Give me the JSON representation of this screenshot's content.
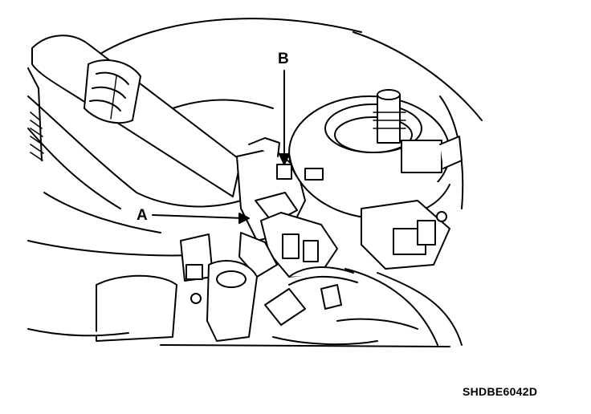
{
  "callouts": {
    "a": "A",
    "b": "B"
  },
  "figure_code": "SHDBE6042D",
  "colors": {
    "ink": "#000000",
    "paper": "#ffffff"
  }
}
